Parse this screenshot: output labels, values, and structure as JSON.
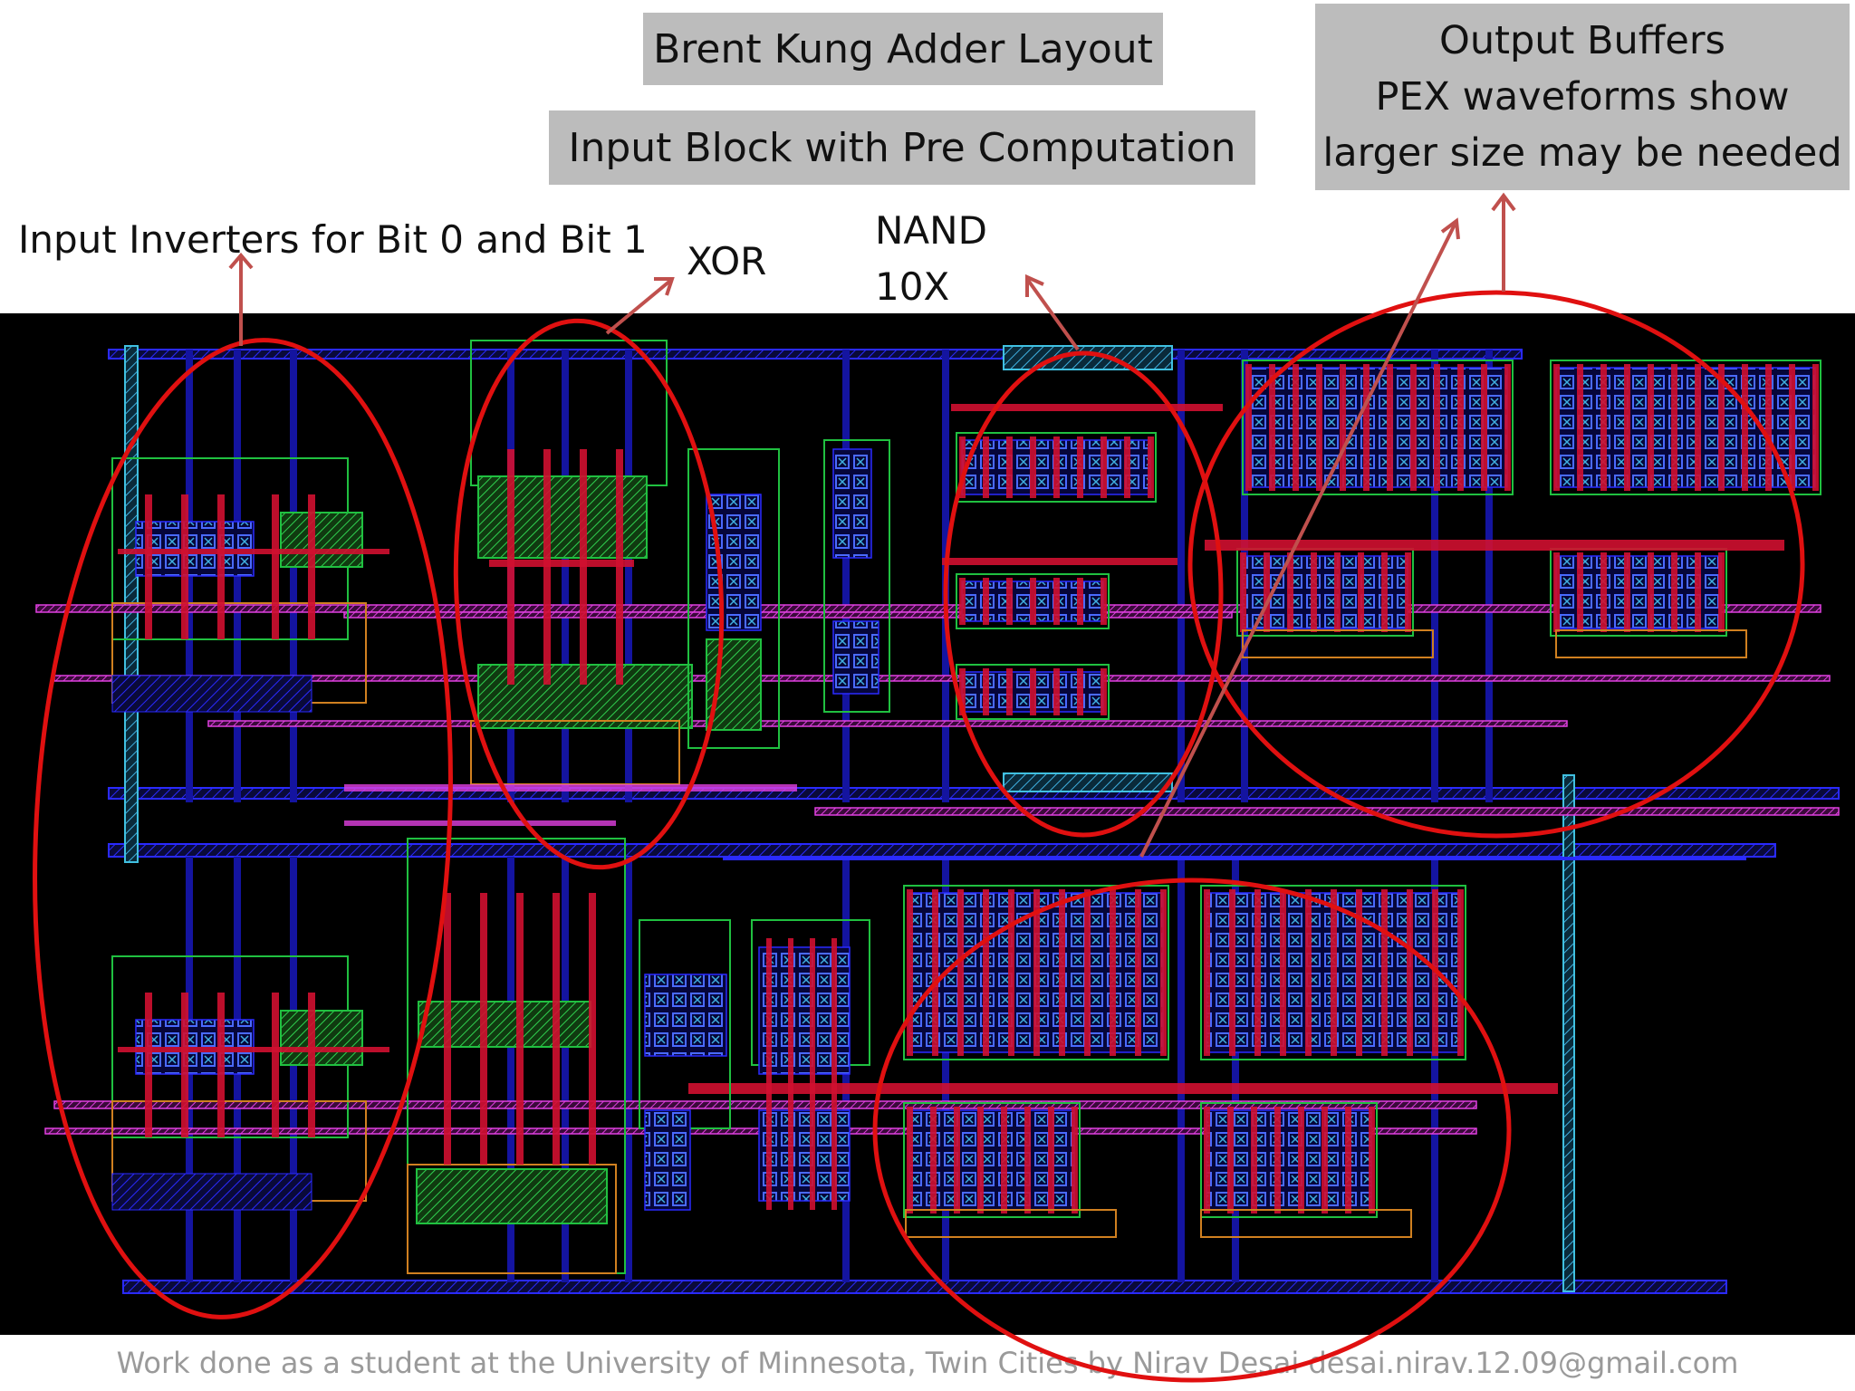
{
  "labels": {
    "title": "Brent Kung Adder Layout",
    "input_block": "Input Block with Pre Computation",
    "output_buffers": [
      "Output Buffers",
      "PEX waveforms show",
      "larger size may be needed"
    ],
    "input_inverters": "Input Inverters for Bit 0 and Bit 1",
    "xor": "XOR",
    "nand": [
      "NAND",
      "10X"
    ]
  },
  "footer": "Work done as a student at the University of Minnesota, Twin Cities by Nirav Desai desai.nirav.12.09@gmail.com",
  "colors": {
    "annotation_red": "#e01010",
    "arrow_red": "#c0504d",
    "label_box_gray": "#bcbcbc",
    "metal_blue": "#2a2aff",
    "metal_red": "#d01030",
    "metal_magenta": "#e040e0",
    "diffusion_green": "#20c040",
    "well_cyan": "#40c0e0",
    "nwell_orange": "#d08020"
  }
}
